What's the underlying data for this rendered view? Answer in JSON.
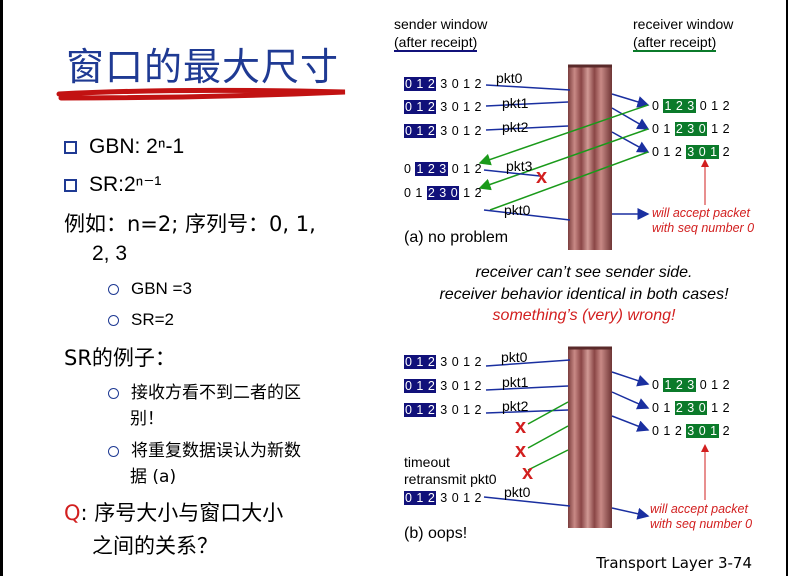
{
  "slide": {
    "title": "窗口的最大尺寸",
    "bullets": {
      "gbn": "GBN: 2ⁿ-1",
      "sr": "SR:2ⁿ⁻¹",
      "example_line1": "例如：n=2; 序列号：0, 1,",
      "example_line2": "2, 3",
      "sub_gbn": "GBN =3",
      "sub_sr": "SR=2",
      "sr_example": "SR的例子：",
      "sub1_line1": "接收方看不到二者的区",
      "sub1_line2": "别！",
      "sub2_line1": "将重复数据误认为新数",
      "sub2_line2": "据 (a)",
      "question_q": "Q",
      "question_line1": ": 序号大小与窗口大小",
      "question_line2": "之间的关系？"
    },
    "footer": "Transport Layer   3-74"
  },
  "diagram": {
    "sender_header_1": "sender window",
    "sender_header_2": "(after receipt)",
    "receiver_header_1": "receiver window",
    "receiver_header_2": "(after receipt)",
    "pkt0": "pkt0",
    "pkt1": "pkt1",
    "pkt2": "pkt2",
    "pkt3": "pkt3",
    "x_mark": "x",
    "accept_line1": "will accept packet",
    "accept_line2": "with seq number 0",
    "caption_a": "(a) no problem",
    "caption_b": "(b) oops!",
    "middle_line1": "receiver can’t see sender side.",
    "middle_line2": "receiver behavior identical in both cases!",
    "middle_line3": "something’s (very) wrong!",
    "timeout": "timeout",
    "retransmit": "retransmit pkt0",
    "colors": {
      "title_blue": "#1f3a93",
      "sender_dark": "#11117a",
      "receiver_green": "#0b7a2a",
      "red": "#d21f1f"
    }
  }
}
